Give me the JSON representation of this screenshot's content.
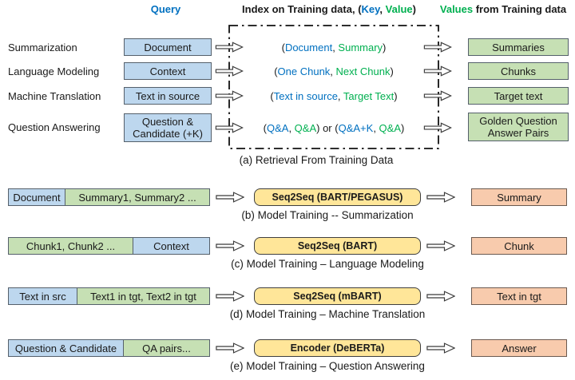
{
  "colors": {
    "query_box_fill": "#BDD7EE",
    "value_box_fill": "#C6E0B4",
    "model_box_fill": "#FFE699",
    "output_box_fill": "#F8CBAD",
    "key_text": "#0070C0",
    "value_text": "#00B050"
  },
  "headers": {
    "query": "Query",
    "index": {
      "pre": "Index on Training data, (",
      "key": "Key",
      "sep": ", ",
      "value": "Value",
      "post": ")"
    },
    "values": {
      "lead": "Values",
      "rest": " from Training data"
    }
  },
  "retrieval": {
    "caption": "(a) Retrieval From Training Data",
    "rows": [
      {
        "task": "Summarization",
        "query": "Document",
        "value": "Summaries",
        "kv": [
          {
            "t": "("
          },
          {
            "t": "Document"
          },
          {
            "t": ", "
          },
          {
            "t": "Summary"
          },
          {
            "t": ")"
          }
        ]
      },
      {
        "task": "Language Modeling",
        "query": "Context",
        "value": "Chunks",
        "kv": [
          {
            "t": "("
          },
          {
            "t": "One Chunk"
          },
          {
            "t": ", "
          },
          {
            "t": "Next Chunk"
          },
          {
            "t": ")"
          }
        ]
      },
      {
        "task": "Machine Translation",
        "query": "Text in source",
        "value": "Target text",
        "kv": [
          {
            "t": "("
          },
          {
            "t": "Text in source"
          },
          {
            "t": ", "
          },
          {
            "t": "Target Text"
          },
          {
            "t": ")"
          }
        ]
      },
      {
        "task": "Question Answering",
        "query": "Question & Candidate (+K)",
        "value": "Golden Question Answer Pairs",
        "kv": [
          {
            "t": "("
          },
          {
            "t": "Q&A"
          },
          {
            "t": ", "
          },
          {
            "t": "Q&A"
          },
          {
            "t": ") or ("
          },
          {
            "t": "Q&A+K"
          },
          {
            "t": ", "
          },
          {
            "t": "Q&A"
          },
          {
            "t": ")"
          }
        ]
      }
    ]
  },
  "training": [
    {
      "caption": "(b) Model Training -- Summarization",
      "input": [
        {
          "t": "Document",
          "c": "blue"
        },
        {
          "t": "Summary1, Summary2 ...",
          "c": "green"
        }
      ],
      "model": "Seq2Seq (BART/PEGASUS)",
      "output": "Summary"
    },
    {
      "caption": "(c) Model Training – Language Modeling",
      "input": [
        {
          "t": "Chunk1, Chunk2 ...",
          "c": "green"
        },
        {
          "t": "Context",
          "c": "blue"
        }
      ],
      "model": "Seq2Seq (BART)",
      "output": "Chunk"
    },
    {
      "caption": "(d) Model Training – Machine Translation",
      "input": [
        {
          "t": "Text in src",
          "c": "blue"
        },
        {
          "t": "Text1 in tgt, Text2 in tgt",
          "c": "green"
        }
      ],
      "model": "Seq2Seq (mBART)",
      "output": "Text in tgt"
    },
    {
      "caption": "(e) Model Training – Question Answering",
      "input": [
        {
          "t": "Question & Candidate",
          "c": "blue"
        },
        {
          "t": "QA pairs...",
          "c": "green"
        }
      ],
      "model": "Encoder (DeBERTa)",
      "output": "Answer"
    }
  ]
}
